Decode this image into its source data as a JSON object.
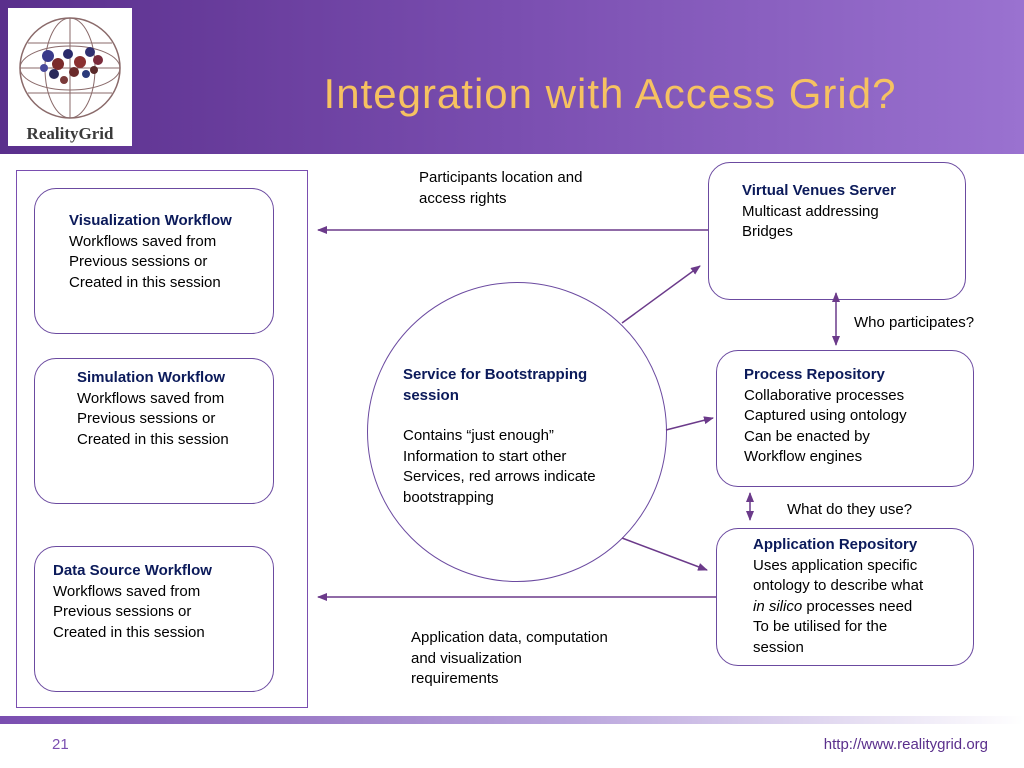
{
  "slide": {
    "title": "Integration with Access Grid?",
    "logo_text": "RealityGrid",
    "page_number": "21",
    "footer_url": "http://www.realitygrid.org"
  },
  "workflows": [
    {
      "title": "Visualization Workflow",
      "lines": [
        "Workflows saved from",
        "Previous sessions or",
        "Created in this session"
      ]
    },
    {
      "title": "Simulation Workflow",
      "lines": [
        "Workflows saved from",
        "Previous sessions or",
        "Created in this session"
      ]
    },
    {
      "title": "Data Source Workflow",
      "lines": [
        "Workflows saved from",
        "Previous sessions or",
        "Created in this session"
      ]
    }
  ],
  "bootstrap": {
    "title_lines": [
      "Service for Bootstrapping",
      "session"
    ],
    "lines": [
      "Contains “just enough”",
      "Information to start other",
      "Services, red arrows indicate",
      "bootstrapping"
    ]
  },
  "servers": [
    {
      "title": "Virtual Venues Server",
      "lines": [
        "Multicast addressing",
        "Bridges"
      ]
    },
    {
      "title": "Process Repository",
      "lines": [
        "Collaborative processes",
        "Captured using ontology",
        "Can be enacted by",
        "Workflow engines"
      ]
    },
    {
      "title": "Application Repository",
      "lines": [
        "Uses application specific",
        "ontology to describe what"
      ],
      "italic_prefix": "in silico",
      "rest": " processes need",
      "tail_lines": [
        "To be utilised for the",
        "session"
      ]
    }
  ],
  "labels": {
    "participants": [
      "Participants location and",
      "access rights"
    ],
    "who": "Who participates?",
    "what": "What do they use?",
    "appdata": [
      "Application data, computation",
      "and visualization",
      "requirements"
    ]
  },
  "colors": {
    "header_start": "#5a2f8c",
    "header_end": "#9a72d0",
    "title": "#f6c261",
    "accent": "#6b4aa0",
    "heading_text": "#0b1a5a"
  }
}
